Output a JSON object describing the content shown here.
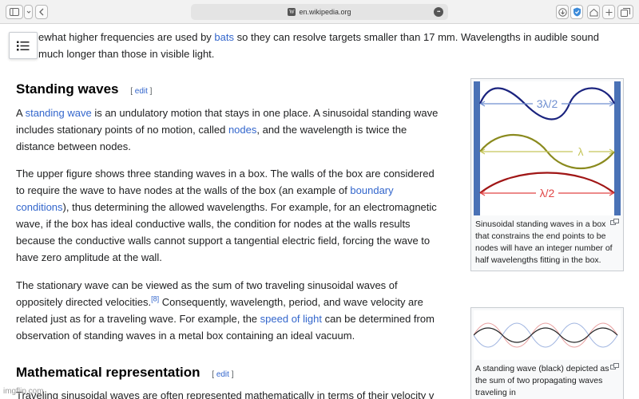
{
  "browser": {
    "url": "en.wikipedia.org",
    "wiki_glyph": "W",
    "more_glyph": "•••"
  },
  "intro": {
    "line1_a": "ewhat higher frequencies are used by ",
    "line1_link": "bats",
    "line1_b": " so they can resolve targets smaller than 17 mm. Wavelengths in audible sound",
    "line2": "much longer than those in visible light."
  },
  "standing": {
    "heading": "Standing waves",
    "edit_label": "edit",
    "p1": {
      "l1_a": "A ",
      "l1_link": "standing wave",
      "l1_b": " is an undulatory motion that stays in one place. A sinusoidal standing wave",
      "l2_a": "includes stationary points of no motion, called ",
      "l2_link": "nodes",
      "l2_b": ", and the wavelength is twice the",
      "l3": "distance between nodes."
    },
    "p2": {
      "l1": "The upper figure shows three standing waves in a box. The walls of the box are considered",
      "l2_a": "to require the wave to have nodes at the walls of the box (an example of ",
      "l2_link": "boundary",
      "l3_link": "conditions",
      "l3_b": "), thus determining the allowed wavelengths. For example, for an electromagnetic",
      "l4": "wave, if the box has ideal conductive walls, the condition for nodes at the walls results",
      "l5": "because the conductive walls cannot support a tangential electric field, forcing the wave to",
      "l6": "have zero amplitude at the wall."
    },
    "p3": {
      "l1": "The stationary wave can be viewed as the sum of two traveling sinusoidal waves of",
      "l2_a": "oppositely directed velocities.",
      "l2_ref": "[8]",
      "l2_b": " Consequently, wavelength, period, and wave velocity are",
      "l3_a": "related just as for a traveling wave. For example, the ",
      "l3_link": "speed of light",
      "l3_b": " can be determined from",
      "l4": "observation of standing waves in a metal box containing an ideal vacuum."
    }
  },
  "math": {
    "heading": "Mathematical representation",
    "edit_label": "edit",
    "line1": "Traveling sinusoidal waves are often represented mathematically in terms of their velocity v"
  },
  "figure1": {
    "label_top": "3λ/2",
    "label_mid": "λ",
    "label_bottom": "λ/2",
    "caption": "Sinusoidal standing waves in a box that constrains the end points to be nodes will have an integer number of half wavelengths fitting in the box.",
    "colors": {
      "wall": "#4a72b6",
      "wave3": "#1a237e",
      "wave2": "#8a8a1e",
      "wave1": "#a01616",
      "arrow_top": "#6f8fd0",
      "arrow_mid": "#c5c55a",
      "arrow_bottom": "#e04545"
    }
  },
  "figure2": {
    "caption": "A standing wave (black) depicted as the sum of two propagating waves traveling in"
  },
  "watermark": "imgflip.com"
}
